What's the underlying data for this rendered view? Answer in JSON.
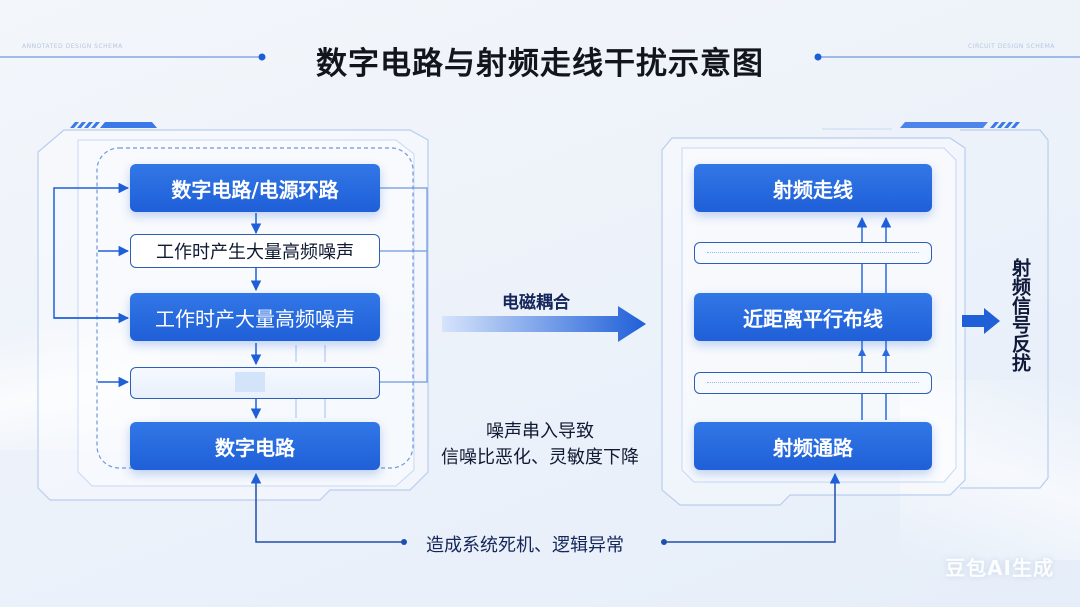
{
  "title": "数字电路与射频走线干扰示意图",
  "header_deco": {
    "left_text": "ANNOTATED DESIGN SCHEMA",
    "right_text": "CIRCUIT DESIGN SCHEMA"
  },
  "left_panel": {
    "nodes": [
      {
        "id": "digital-power-loop",
        "label": "数字电路/电源环路",
        "style": "solid"
      },
      {
        "id": "noise-generate",
        "label": "工作时产生大量高频噪声",
        "style": "outline"
      },
      {
        "id": "noise-high-freq",
        "label": "工作时产大量高频噪声",
        "style": "solid"
      },
      {
        "id": "blank-bar",
        "label": "",
        "style": "empty"
      },
      {
        "id": "digital-circuit",
        "label": "数字电路",
        "style": "solid"
      }
    ]
  },
  "coupling": {
    "label": "电磁耦合",
    "effect_line1": "噪声串入导致",
    "effect_line2": "信噪比恶化、灵敏度下降"
  },
  "right_panel": {
    "nodes": [
      {
        "id": "rf-trace",
        "label": "射频走线",
        "style": "solid"
      },
      {
        "id": "dotted-bar-1",
        "label": "",
        "style": "empty"
      },
      {
        "id": "parallel-routing",
        "label": "近距离平行布线",
        "style": "solid"
      },
      {
        "id": "dotted-bar-2",
        "label": "",
        "style": "empty"
      },
      {
        "id": "rf-path",
        "label": "射频通路",
        "style": "solid"
      }
    ]
  },
  "side_label": "射频信号反扰",
  "bottom_label": "造成系统死机、逻辑异常",
  "watermark": "豆包AI生成",
  "colors": {
    "primary": "#2566dc",
    "line": "#2d5fb8",
    "dark_line": "#1f4fae",
    "text": "#111a33"
  }
}
